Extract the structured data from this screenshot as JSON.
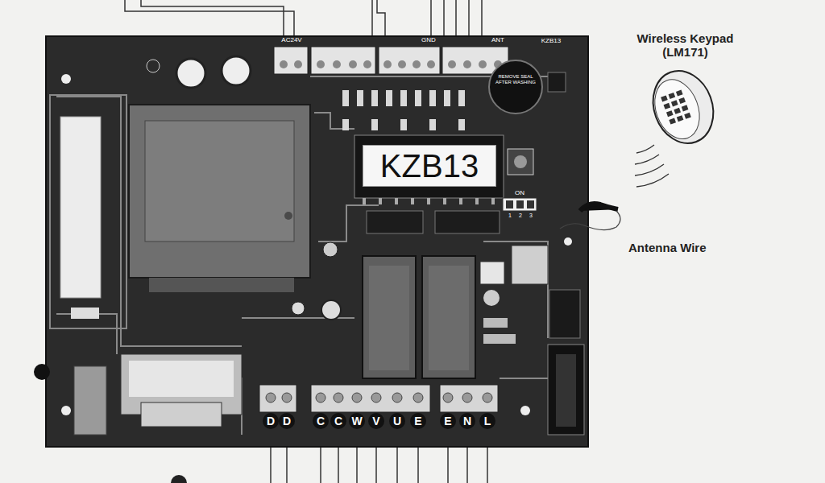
{
  "diagram": {
    "nodes": [
      {
        "text": [
          "KZB13"
        ]
      },
      {
        "text": [
          "D"
        ]
      },
      {
        "text": [
          "D"
        ]
      },
      {
        "text": [
          "C"
        ]
      },
      {
        "text": [
          "C"
        ]
      },
      {
        "text": [
          "W"
        ]
      },
      {
        "text": [
          "V"
        ]
      },
      {
        "text": [
          "U"
        ]
      },
      {
        "text": [
          "E"
        ]
      },
      {
        "text": [
          "E"
        ]
      },
      {
        "text": [
          "N"
        ]
      },
      {
        "text": [
          "L"
        ]
      }
    ],
    "labels": [
      "AC24V",
      "GND",
      "ANT",
      "KZB13",
      "REMOVE SEAL AFTER WASHING",
      "ON",
      "1",
      "2",
      "3",
      "Wireless Keypad (LM171)",
      "Antenna Wire"
    ]
  }
}
